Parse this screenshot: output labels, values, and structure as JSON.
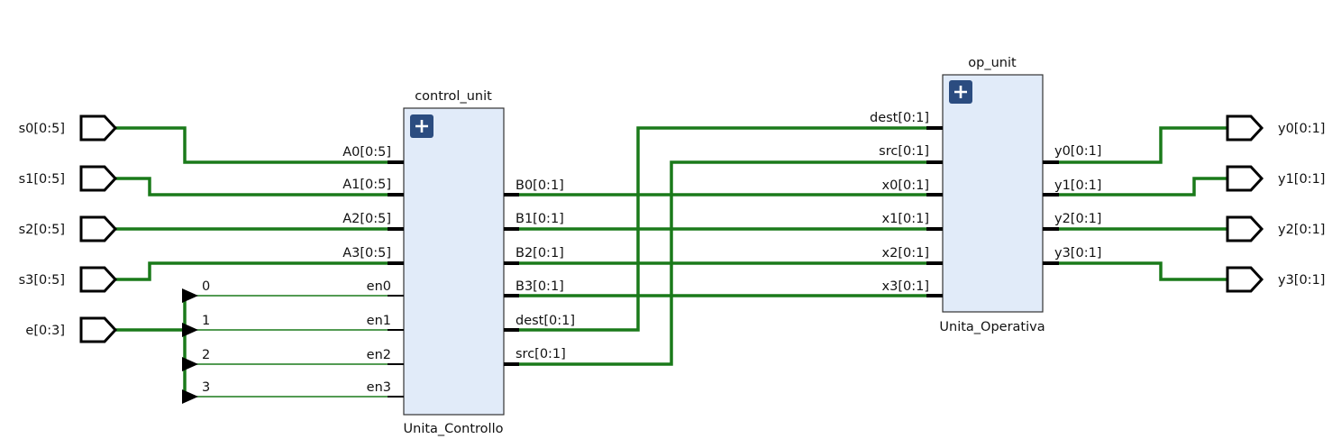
{
  "inputs": [
    {
      "label": "s0[0:5]"
    },
    {
      "label": "s1[0:5]"
    },
    {
      "label": "s2[0:5]"
    },
    {
      "label": "s3[0:5]"
    },
    {
      "label": "e[0:3]"
    }
  ],
  "outputs": [
    {
      "label": "y0[0:1]"
    },
    {
      "label": "y1[0:1]"
    },
    {
      "label": "y2[0:1]"
    },
    {
      "label": "y3[0:1]"
    }
  ],
  "bus_taps": [
    "0",
    "1",
    "2",
    "3"
  ],
  "control_unit": {
    "instance": "control_unit",
    "module": "Unita_Controllo",
    "pins_in": [
      "A0[0:5]",
      "A1[0:5]",
      "A2[0:5]",
      "A3[0:5]",
      "en0",
      "en1",
      "en2",
      "en3"
    ],
    "pins_out": [
      "B0[0:1]",
      "B1[0:1]",
      "B2[0:1]",
      "B3[0:1]",
      "dest[0:1]",
      "src[0:1]"
    ]
  },
  "op_unit": {
    "instance": "op_unit",
    "module": "Unita_Operativa",
    "pins_in": [
      "dest[0:1]",
      "src[0:1]",
      "x0[0:1]",
      "x1[0:1]",
      "x2[0:1]",
      "x3[0:1]"
    ],
    "pins_out": [
      "y0[0:1]",
      "y1[0:1]",
      "y2[0:1]",
      "y3[0:1]"
    ]
  },
  "colors": {
    "wire": "#1a7a1a",
    "block_fill": "#e1ebf9",
    "expand_button": "#2b4c80"
  }
}
